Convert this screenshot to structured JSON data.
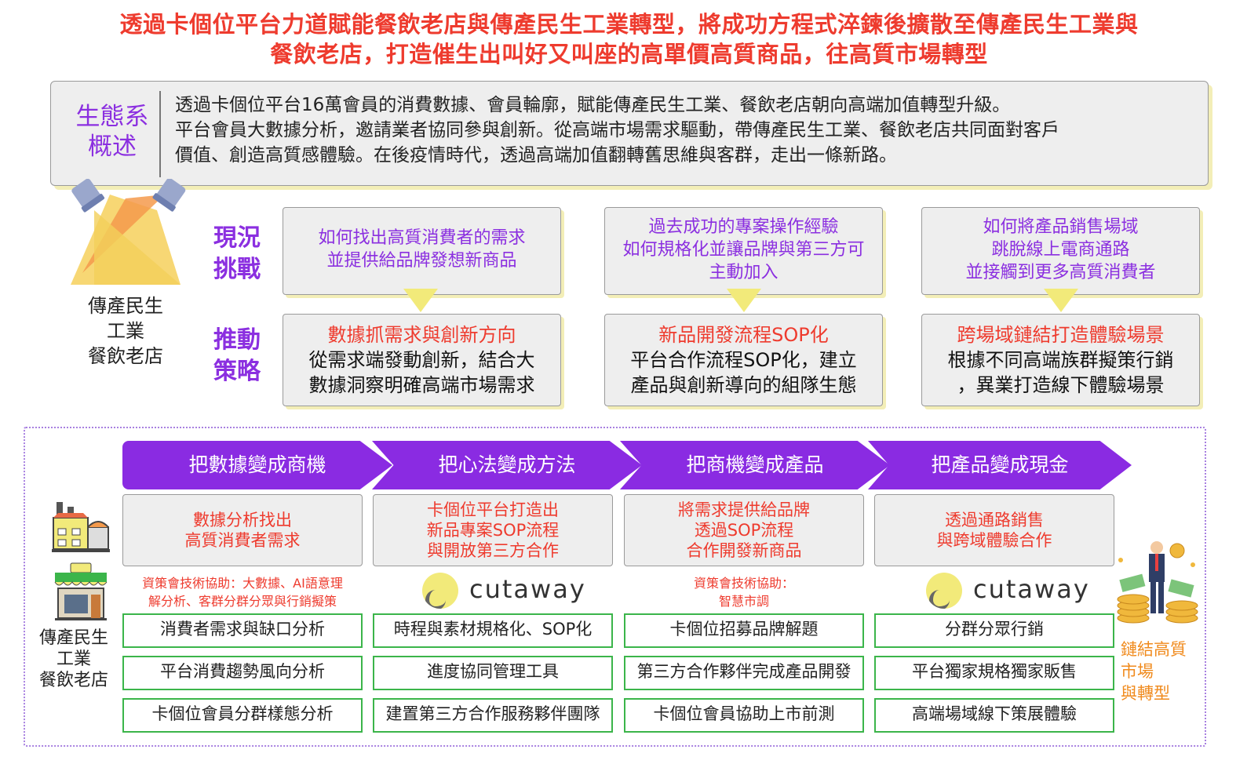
{
  "title": {
    "line1": "透過卡個位平台力道賦能餐飲老店與傳產民生工業轉型，將成功方程式淬鍊後擴散至傳產民生工業與",
    "line2": "餐飲老店，打造催生出叫好又叫座的高單價高質商品，往高質市場轉型"
  },
  "overview": {
    "label_line1": "生態系",
    "label_line2": "概述",
    "line1": "透過卡個位平台16萬會員的消費數據、會員輪廓，賦能傳產民生工業、餐飲老店朝向高端加值轉型升級。",
    "line2": "平台會員大數據分析，邀請業者協同參與創新。從高端市場需求驅動，帶傳產民生工業、餐飲老店共同面對客戶",
    "line3": "價值、創造高質感體驗。在後疫情時代，透過高端加值翻轉舊思維與客群，走出一條新路。"
  },
  "top_left_label": {
    "line1": "傳產民生",
    "line2": "工業",
    "line3": "餐飲老店"
  },
  "row_labels": {
    "challenge_1": "現況",
    "challenge_2": "挑戰",
    "strategy_1": "推動",
    "strategy_2": "策略"
  },
  "challenges": [
    {
      "line1": "如何找出高質消費者的需求",
      "line2": "並提供給品牌發想新商品",
      "line3": ""
    },
    {
      "line1": "過去成功的專案操作經驗",
      "line2": "如何規格化並讓品牌與第三方可",
      "line3": "主動加入"
    },
    {
      "line1": "如何將產品銷售場域",
      "line2": "跳脫線上電商通路",
      "line3": "並接觸到更多高質消費者"
    }
  ],
  "strategies": [
    {
      "head": "數據抓需求與創新方向",
      "line1": "從需求端發動創新，結合大",
      "line2": "數據洞察明確高端市場需求"
    },
    {
      "head": "新品開發流程SOP化",
      "line1": "平台合作流程SOP化，建立",
      "line2": "產品與創新導向的組隊生態"
    },
    {
      "head": "跨場域鏈結打造體驗場景",
      "line1": "根據不同高端族群擬策行銷",
      "line2": "，異業打造線下體驗場景"
    }
  ],
  "chevrons": [
    "把數據變成商機",
    "把心法變成方法",
    "把商機變成產品",
    "把產品變成現金"
  ],
  "phases": [
    {
      "line1": "數據分析找出",
      "line2": "高質消費者需求",
      "line3": ""
    },
    {
      "line1": "卡個位平台打造出",
      "line2": "新品專案SOP流程",
      "line3": "與開放第三方合作"
    },
    {
      "line1": "將需求提供給品牌",
      "line2": "透過SOP流程",
      "line3": "合作開發新商品"
    },
    {
      "line1": "透過通路銷售",
      "line2": "與跨域體驗合作",
      "line3": ""
    }
  ],
  "notes": {
    "col1_line1": "資策會技術協助：大數據、AI語意理",
    "col1_line2": "解分析、客群分群分眾與行銷擬策",
    "col3_line1": "資策會技術協助：",
    "col3_line2": "智慧市調"
  },
  "logo_text": "cutaway",
  "items": [
    [
      "消費者需求與缺口分析",
      "平台消費趨勢風向分析",
      "卡個位會員分群樣態分析"
    ],
    [
      "時程與素材規格化、SOP化",
      "進度協同管理工具",
      "建置第三方合作服務夥伴團隊"
    ],
    [
      "卡個位招募品牌解題",
      "第三方合作夥伴完成產品開發",
      "卡個位會員協助上市前測"
    ],
    [
      "分群分眾行銷",
      "平台獨家規格獨家販售",
      "高端場域線下策展體驗"
    ]
  ],
  "bottom_left_label": {
    "line1": "傳產民生",
    "line2": "工業",
    "line3": "餐飲老店"
  },
  "right_label": {
    "line1": "鏈結高質",
    "line2": "市場",
    "line3": "與轉型"
  },
  "colors": {
    "purple": "#8a2be2",
    "red": "#ee3b2e",
    "green": "#3bb54a",
    "yellow": "#f2ea7a",
    "orange": "#f08a1c"
  }
}
